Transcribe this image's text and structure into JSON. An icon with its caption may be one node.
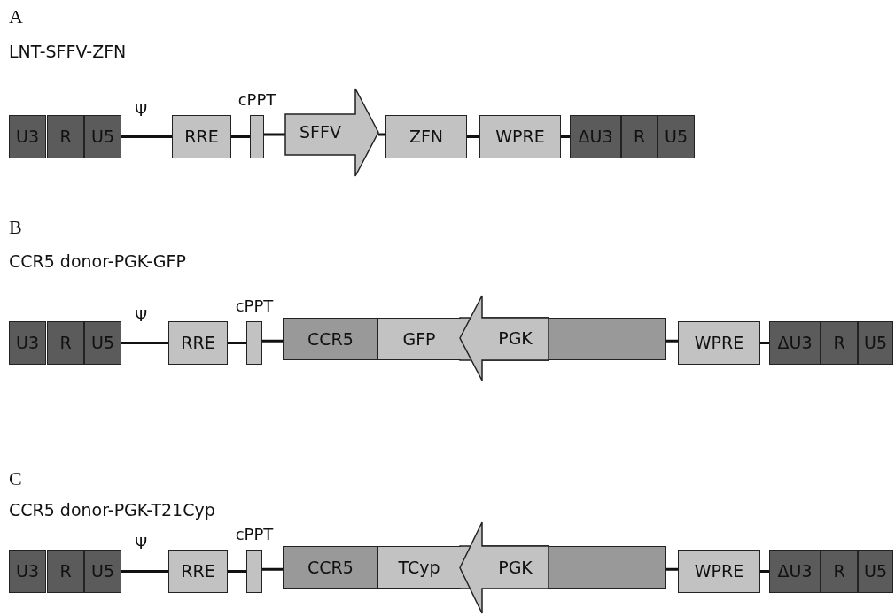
{
  "diagram": {
    "nodes": [
      {
        "text": [
          "U3"
        ]
      },
      {
        "text": [
          "R"
        ]
      },
      {
        "text": [
          "U5"
        ]
      },
      {
        "text": [
          "RRE"
        ]
      },
      {
        "text": [],
        "shape": "box",
        "beside": [
          "cPPT"
        ]
      },
      {
        "text": [
          "SFFV"
        ]
      },
      {
        "text": [
          "ZFN"
        ]
      },
      {
        "text": [
          "WPRE"
        ]
      },
      {
        "text": [
          "ΔU3"
        ]
      },
      {
        "text": [
          "R"
        ]
      },
      {
        "text": [
          "U5"
        ]
      },
      {
        "text": [
          "U3"
        ]
      },
      {
        "text": [
          "R"
        ]
      },
      {
        "text": [
          "U5"
        ]
      },
      {
        "text": [
          "RRE"
        ]
      },
      {
        "text": [],
        "shape": "box",
        "beside": [
          "cPPT"
        ]
      },
      {
        "text": [
          "CCR5"
        ]
      },
      {
        "text": [
          "GFP"
        ]
      },
      {
        "text": [
          "PGK"
        ]
      },
      {
        "text": [],
        "shape": "box"
      },
      {
        "text": [
          "WPRE"
        ]
      },
      {
        "text": [
          "ΔU3"
        ]
      },
      {
        "text": [
          "R"
        ]
      },
      {
        "text": [
          "U5"
        ]
      },
      {
        "text": [
          "U3"
        ]
      },
      {
        "text": [
          "R"
        ]
      },
      {
        "text": [
          "U5"
        ]
      },
      {
        "text": [
          "RRE"
        ]
      },
      {
        "text": [],
        "shape": "box",
        "beside": [
          "cPPT"
        ]
      },
      {
        "text": [
          "CCR5"
        ]
      },
      {
        "text": [
          "TCyp"
        ]
      },
      {
        "text": [
          "PGK"
        ]
      },
      {
        "text": [],
        "shape": "box"
      },
      {
        "text": [
          "WPRE"
        ]
      },
      {
        "text": [
          "ΔU3"
        ]
      },
      {
        "text": [
          "R"
        ]
      },
      {
        "text": [
          "U5"
        ]
      }
    ],
    "edges": [
      {
        "from": 2,
        "to": 3,
        "arrow": "none"
      },
      {
        "from": 3,
        "to": 4,
        "arrow": "none"
      },
      {
        "from": 4,
        "to": 5,
        "arrow": "none"
      },
      {
        "from": 5,
        "to": 6,
        "arrow": "none"
      },
      {
        "from": 6,
        "to": 7,
        "arrow": "none"
      },
      {
        "from": 7,
        "to": 8,
        "arrow": "none"
      },
      {
        "from": 13,
        "to": 14,
        "arrow": "none"
      },
      {
        "from": 14,
        "to": 15,
        "arrow": "none"
      },
      {
        "from": 15,
        "to": 16,
        "arrow": "none"
      },
      {
        "from": 19,
        "to": 20,
        "arrow": "none"
      },
      {
        "from": 20,
        "to": 21,
        "arrow": "none"
      },
      {
        "from": 26,
        "to": 27,
        "arrow": "none"
      },
      {
        "from": 27,
        "to": 28,
        "arrow": "none"
      },
      {
        "from": 28,
        "to": 29,
        "arrow": "none"
      },
      {
        "from": 32,
        "to": 33,
        "arrow": "none"
      },
      {
        "from": 33,
        "to": 34,
        "arrow": "none"
      }
    ],
    "labels": [
      "A",
      "LNT-SFFV-ZFN",
      "Ψ",
      "B",
      "CCR5 donor-PGK-GFP",
      "Ψ",
      "C",
      "CCR5 donor-PGK-T21Cyp",
      "Ψ"
    ]
  }
}
